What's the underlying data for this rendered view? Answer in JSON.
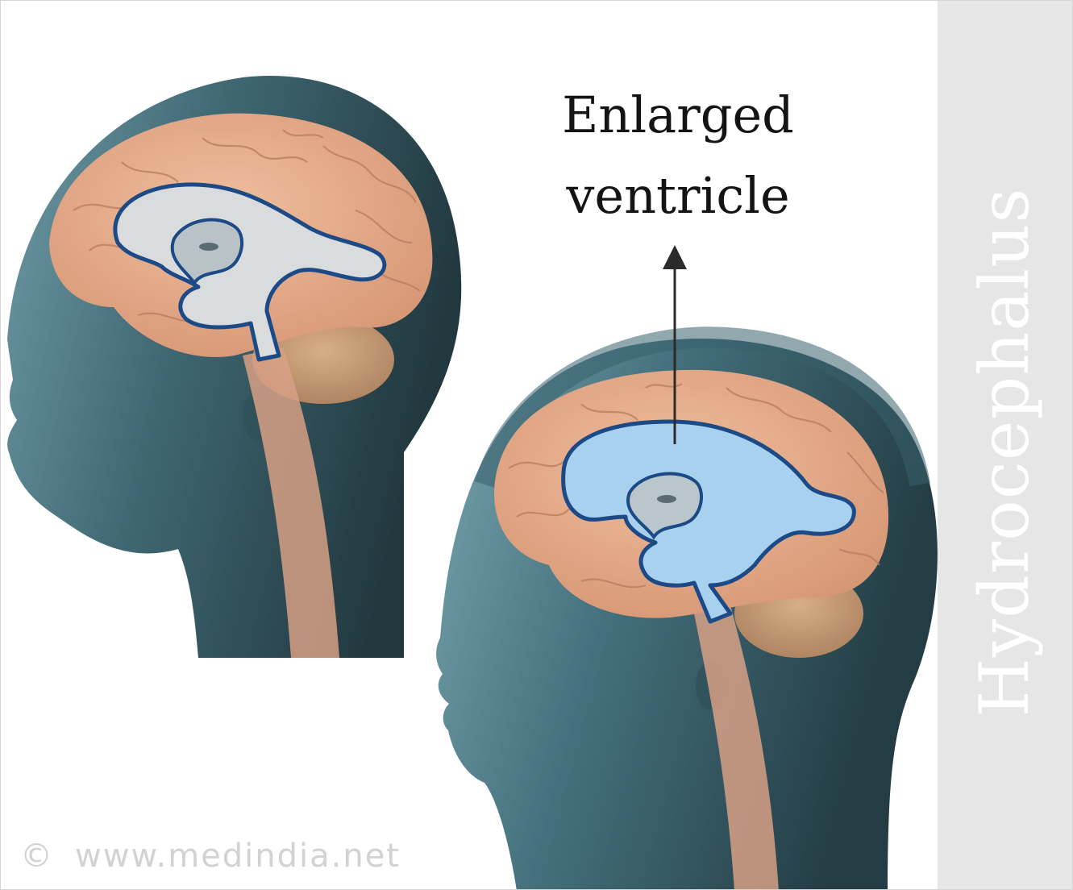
{
  "diagram": {
    "side_title": "Hydrocephalus",
    "label_line1": "Enlarged",
    "label_line2": "ventricle",
    "watermark_symbol": "©",
    "watermark_text": "www.medindia.net",
    "colors": {
      "head": "#3f6873",
      "head_dark": "#243c44",
      "brain": "#e2a886",
      "brain_fold": "#bb8063",
      "cerebellum": "#c99b73",
      "normal_ventricle": "#d8dadc",
      "enlarged_ventricle": "#a7d0ee",
      "ventricle_outline": "#1c4a86",
      "side_band": "#e6e6e6",
      "arrow": "#2b2b2b"
    }
  }
}
